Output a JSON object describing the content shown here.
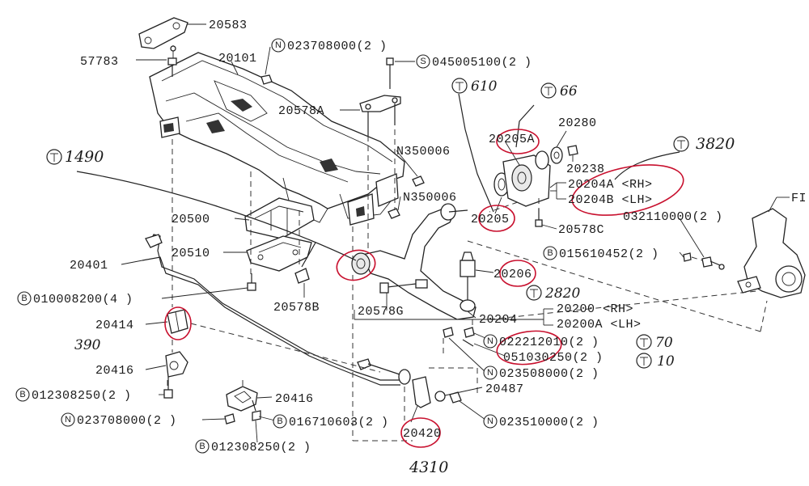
{
  "parts": {
    "p20583": "20583",
    "p57783": "57783",
    "p20101": "20101",
    "n023708000a": "023708000(2 )",
    "s045005100": "045005100(2 )",
    "p20578a": "20578A",
    "n350006a": "N350006",
    "n350006b": "N350006",
    "p20500": "20500",
    "p20510": "20510",
    "p20401": "20401",
    "b010008200": "010008200(4 )",
    "p20578b": "20578B",
    "p20578g": "20578G",
    "p20414": "20414",
    "p20416a": "20416",
    "b012308250a": "012308250(2 )",
    "p20416b": "20416",
    "n023708000b": "023708000(2 )",
    "b016710603": "016710603(2 )",
    "b012308250b": "012308250(2 )",
    "p20420": "20420",
    "p20487": "20487",
    "n023510000": "023510000(2 )",
    "n023508000": "023508000(2 )",
    "p051030250": "051030250(2 )",
    "n022212010": "022212010(2 )",
    "p20204": "20204",
    "p20200rh": "20200 <RH>",
    "p20200alh": "20200A <LH>",
    "p20206": "20206",
    "b015610452": "015610452(2 )",
    "p032110000": "032110000(2 )",
    "fi": "FI",
    "p20205": "20205",
    "p20205a": "20205A",
    "p20280": "20280",
    "p20238": "20238",
    "p20204arh": "20204A <RH>",
    "p20204blh": "20204B <LH>",
    "p20578c": "20578C"
  },
  "badges": {
    "n": "N",
    "s": "S",
    "b": "B"
  },
  "torque": {
    "t1490": "1490",
    "t610": "610",
    "t66": "66",
    "t3820": "3820",
    "t2820": "2820",
    "t70": "70",
    "t10": "10",
    "t390": "390",
    "t4310": "4310"
  }
}
